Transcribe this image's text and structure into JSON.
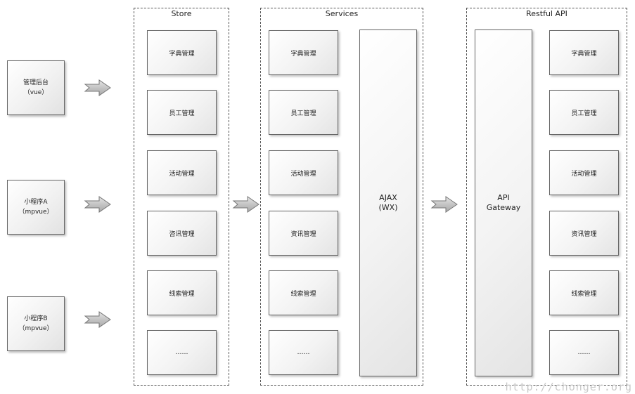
{
  "clients": [
    {
      "name": "管理后台",
      "tech": "（vue）"
    },
    {
      "name": "小程序A",
      "tech": "（mpvue）"
    },
    {
      "name": "小程序B",
      "tech": "（mpvue）"
    }
  ],
  "store": {
    "title": "Store",
    "modules": [
      "字典管理",
      "员工管理",
      "活动管理",
      "咨讯管理",
      "线索管理",
      "……"
    ]
  },
  "services": {
    "title": "Services",
    "modules": [
      "字典管理",
      "员工管理",
      "活动管理",
      "资讯管理",
      "线索管理",
      "……"
    ],
    "ajax": {
      "line1": "AJAX",
      "line2": "(WX)"
    }
  },
  "api": {
    "title": "Restful API",
    "gateway": {
      "line1": "API",
      "line2": "Gateway"
    },
    "modules": [
      "字典管理",
      "员工管理",
      "活动管理",
      "资讯管理",
      "线索管理",
      "……"
    ]
  },
  "watermark": "http://chonger.org",
  "colors": {
    "box_fill": "#f3f3f3",
    "arrow_fill": "#c8c8c8",
    "border": "#666666"
  }
}
